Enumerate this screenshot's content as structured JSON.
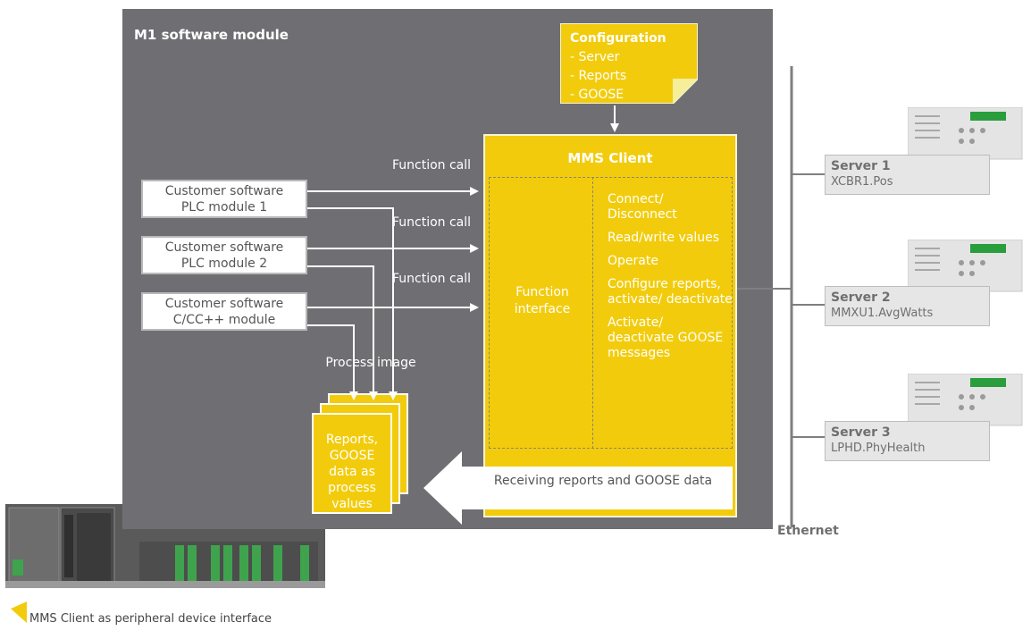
{
  "module": {
    "title": "M1 software module"
  },
  "config": {
    "title": "Configuration",
    "items": [
      "- Server",
      "- Reports",
      "- GOOSE"
    ]
  },
  "mms": {
    "title": "MMS Client",
    "interface_label": "Function interface",
    "functions": [
      "Connect/ Disconnect",
      "Read/write values",
      "Operate",
      "Configure reports, activate/ deactivate",
      "Activate/ deactivate GOOSE messages"
    ],
    "receive_label": "Receiving reports and GOOSE data"
  },
  "customers": [
    {
      "line1": "Customer software",
      "line2": "PLC module 1"
    },
    {
      "line1": "Customer software",
      "line2": "PLC module 2"
    },
    {
      "line1": "Customer software",
      "line2": "C/CC++ module"
    }
  ],
  "function_call": "Function call",
  "process_image_label": "Process image",
  "reports_stack_label": "Reports, GOOSE data as process values",
  "servers": [
    {
      "name": "Server 1",
      "value": "XCBR1.Pos"
    },
    {
      "name": "Server 2",
      "value": "MMXU1.AvgWatts"
    },
    {
      "name": "Server 3",
      "value": "LPHD.PhyHealth"
    }
  ],
  "ethernet_label": "Ethernet",
  "caption": "MMS Client as peripheral device interface",
  "colors": {
    "panel": "#6f6e73",
    "accent": "#f2cc0c",
    "server_box": "#e6e6e6",
    "line": "#7f7f7f"
  }
}
